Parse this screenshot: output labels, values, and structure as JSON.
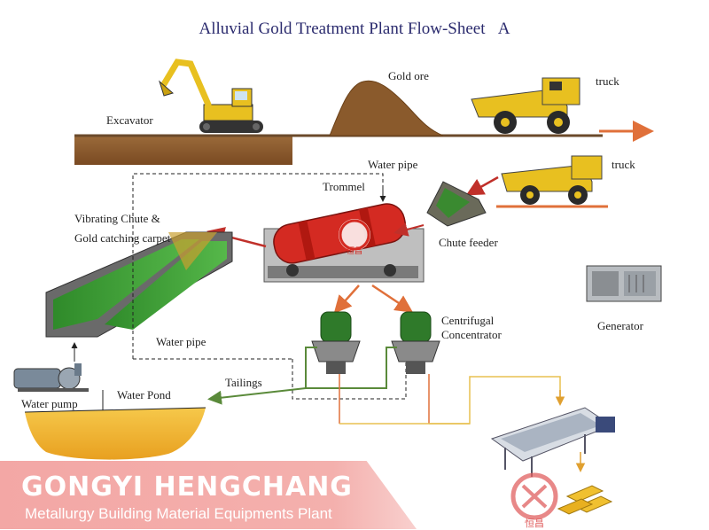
{
  "title": "Alluvial Gold Treatment Plant Flow-Sheet",
  "title_suffix": "A",
  "labels": {
    "excavator": "Excavator",
    "gold_ore": "Gold ore",
    "truck_top": "truck",
    "truck_mid": "truck",
    "water_pipe_top": "Water  pipe",
    "trommel": "Trommel",
    "vibrating_chute_line1": "Vibrating Chute &",
    "vibrating_chute_line2": "Gold catching carpet",
    "chute_feeder": "Chute feeder",
    "generator": "Generator",
    "centrifugal_line1": "Centrifugal",
    "centrifugal_line2": "Concentrator",
    "water_pipe_bottom": "Water  pipe",
    "tailings": "Tailings",
    "water_pond": "Water Pond",
    "water_pump": "Water pump"
  },
  "brand": {
    "name": "GONGYI HENGCHANG",
    "subtitle": "Metallurgy Building Material Equipments Plant",
    "logo_text": "恒昌"
  },
  "colors": {
    "title": "#2b2b6e",
    "ground": "#8b5a2b",
    "arrow_orange": "#e0703a",
    "arrow_red": "#c0302a",
    "tailings_green": "#5a8a3a",
    "flow_yellow": "#e8c050",
    "pond": "#f0b830",
    "banner": "#f3a7a5"
  }
}
